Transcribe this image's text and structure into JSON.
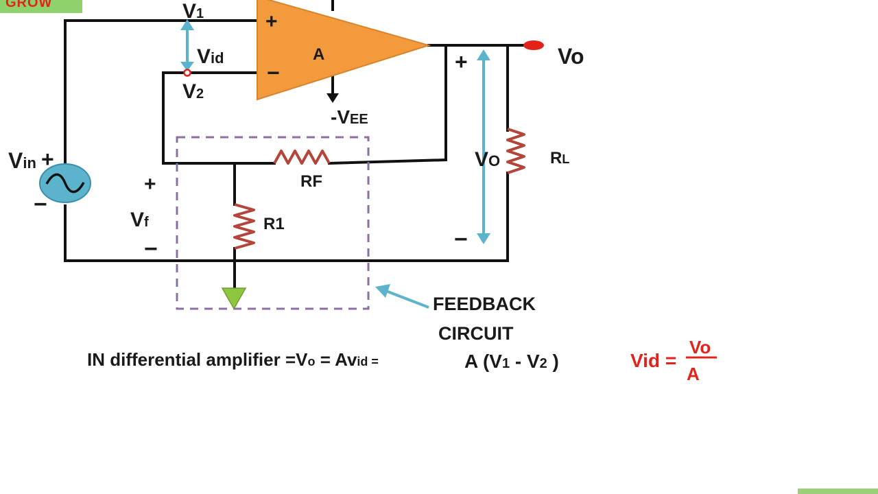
{
  "logo": {
    "text": "GROW"
  },
  "colors": {
    "wire": "#111111",
    "opamp": "#f39a3c",
    "resistor": "#b4453a",
    "measure": "#5bb3cc",
    "source": "#5bb3cc",
    "ground": "#8dc63f",
    "feedback_box": "#8a6fa3",
    "equation_red": "#e2231a"
  },
  "opamp": {
    "gain": "A",
    "plus_sign": "+",
    "minus_sign": "−",
    "neg_supply": "-V",
    "neg_supply_sub": "EE"
  },
  "inputs": {
    "v1": "V",
    "v1_sub": "1",
    "v2": "V",
    "v2_sub": "2",
    "vid": "V",
    "vid_sub": "id"
  },
  "output": {
    "label": "Vo",
    "plus": "+",
    "minus": "−",
    "vo": "V",
    "vo_sub": "O"
  },
  "load": {
    "label": "R",
    "label_sub": "L"
  },
  "source": {
    "label": "V",
    "label_sub": "in",
    "plus": "+",
    "minus": "−"
  },
  "feedback": {
    "rf": "RF",
    "r1": "R1",
    "vf": "V",
    "vf_sub": "f",
    "plus": "+",
    "minus": "−",
    "caption_line1": "FEEDBACK",
    "caption_line2": "CIRCUIT"
  },
  "equation": {
    "part1": "IN differential amplifier =V",
    "part1_sub": "o",
    "part2": " = Av",
    "part2_sub": "id",
    "part3": " =",
    "rhs": "A (V",
    "rhs_sub1": "1",
    "rhs_mid": "  - V",
    "rhs_sub2": "2",
    "rhs_end": " )"
  },
  "vid_formula": {
    "lhs": "Vid =",
    "numerator": "Vo",
    "denominator": "A"
  }
}
